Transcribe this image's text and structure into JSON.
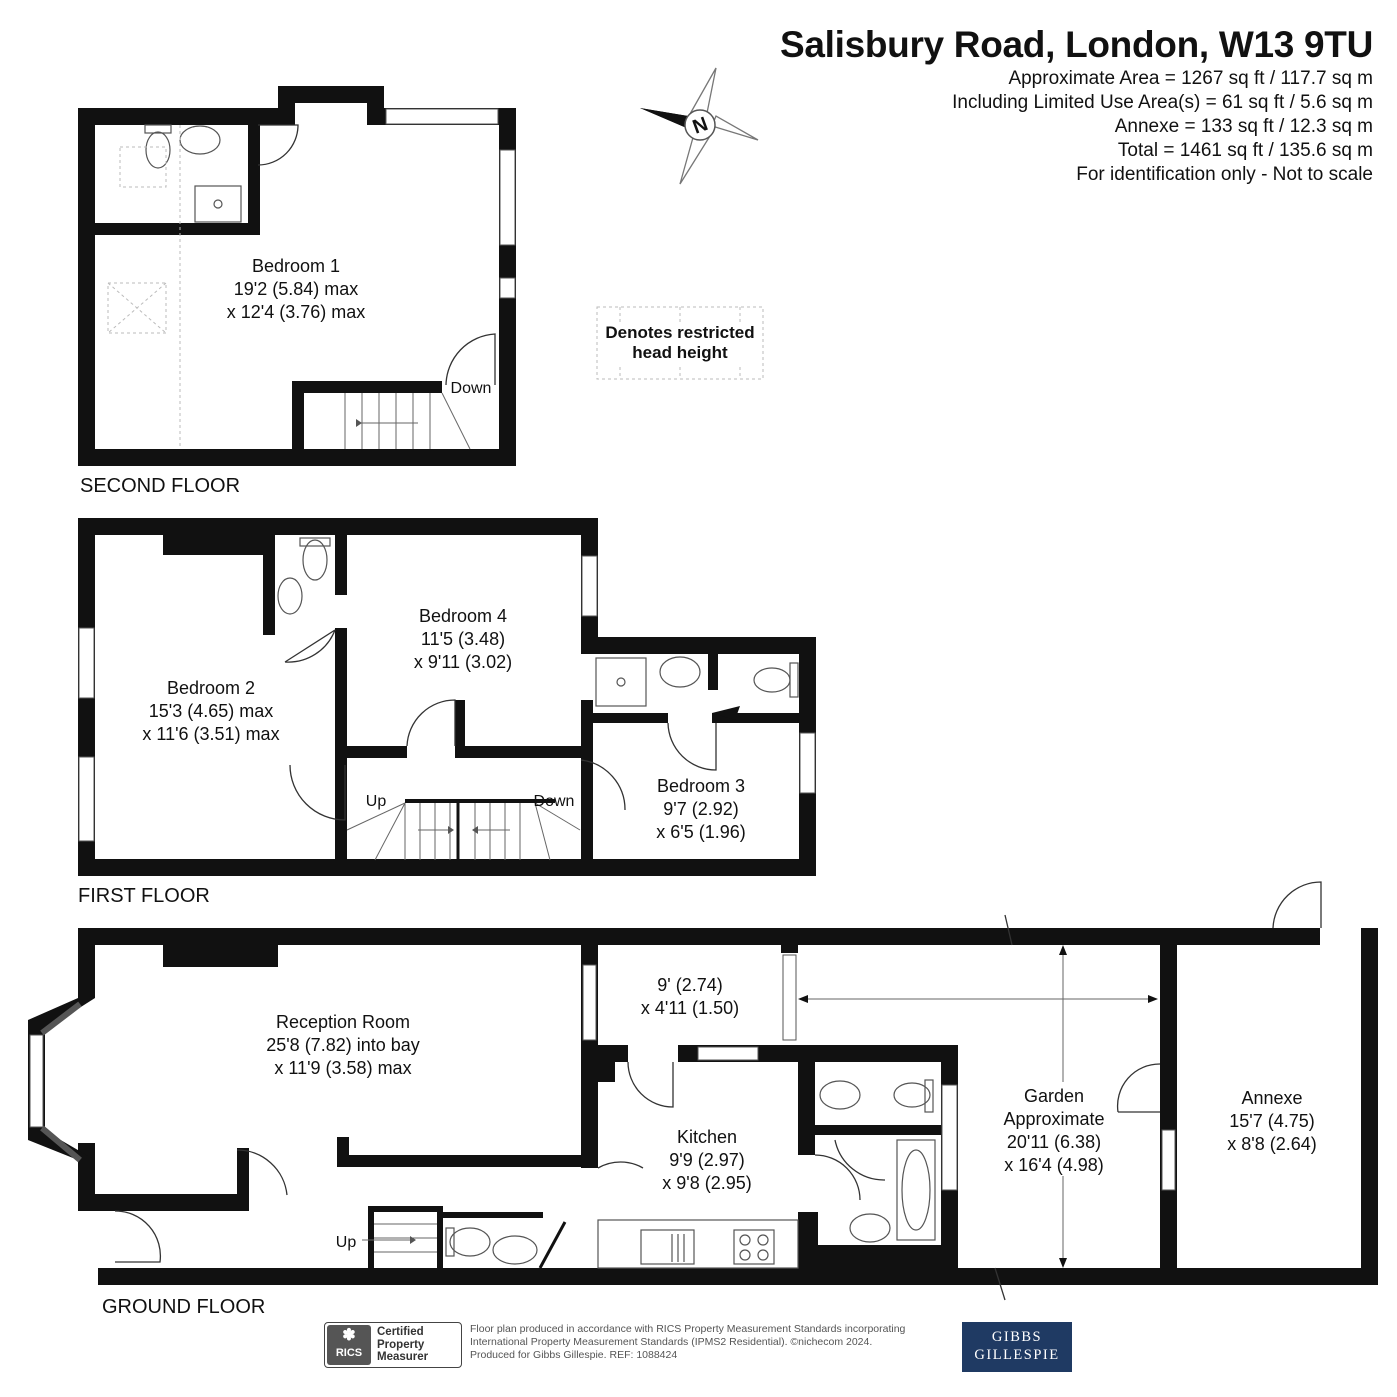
{
  "header": {
    "title": "Salisbury Road, London, W13 9TU",
    "lines": [
      "Approximate Area = 1267 sq ft / 117.7 sq m",
      "Including Limited Use Area(s) = 61 sq ft / 5.6 sq m",
      "Annexe = 133 sq ft / 12.3 sq m",
      "Total = 1461 sq ft / 135.6 sq m",
      "For identification only - Not to scale"
    ]
  },
  "compass": {
    "label": "N"
  },
  "legend": {
    "line1": "Denotes restricted",
    "line2": "head height"
  },
  "floors": {
    "second": "SECOND FLOOR",
    "first": "FIRST FLOOR",
    "ground": "GROUND FLOOR"
  },
  "rooms": {
    "bedroom1": {
      "name": "Bedroom 1",
      "dim1": "19'2 (5.84) max",
      "dim2": "x 12'4 (3.76) max"
    },
    "bedroom2": {
      "name": "Bedroom 2",
      "dim1": "15'3 (4.65) max",
      "dim2": "x 11'6 (3.51) max"
    },
    "bedroom3": {
      "name": "Bedroom 3",
      "dim1": "9'7 (2.92)",
      "dim2": "x 6'5 (1.96)"
    },
    "bedroom4": {
      "name": "Bedroom 4",
      "dim1": "11'5 (3.48)",
      "dim2": "x 9'11 (3.02)"
    },
    "reception": {
      "name": "Reception Room",
      "dim1": "25'8 (7.82) into bay",
      "dim2": "x 11'9 (3.58) max"
    },
    "utility": {
      "dim1": "9' (2.74)",
      "dim2": "x 4'11 (1.50)"
    },
    "kitchen": {
      "name": "Kitchen",
      "dim1": "9'9 (2.97)",
      "dim2": "x 9'8 (2.95)"
    },
    "garden": {
      "name": "Garden",
      "sub": "Approximate",
      "dim1": "20'11 (6.38)",
      "dim2": "x 16'4 (4.98)"
    },
    "annexe": {
      "name": "Annexe",
      "dim1": "15'7 (4.75)",
      "dim2": "x 8'8 (2.64)"
    }
  },
  "stairs": {
    "second_down": "Down",
    "first_up": "Up",
    "first_down": "Down",
    "ground_up": "Up"
  },
  "footer": {
    "rics_logo": "RICS",
    "cert_lines": [
      "Certified",
      "Property",
      "Measurer"
    ],
    "text_lines": [
      "Floor plan produced in accordance with RICS Property Measurement Standards incorporating",
      "International Property Measurement Standards (IPMS2 Residential). ©nichecom 2024.",
      "Produced for Gibbs Gillespie.   REF:  1088424"
    ],
    "brand_lines": [
      "GIBBS",
      "GILLESPIE"
    ]
  },
  "colors": {
    "wall": "#111111",
    "brand": "#1f3a63"
  }
}
